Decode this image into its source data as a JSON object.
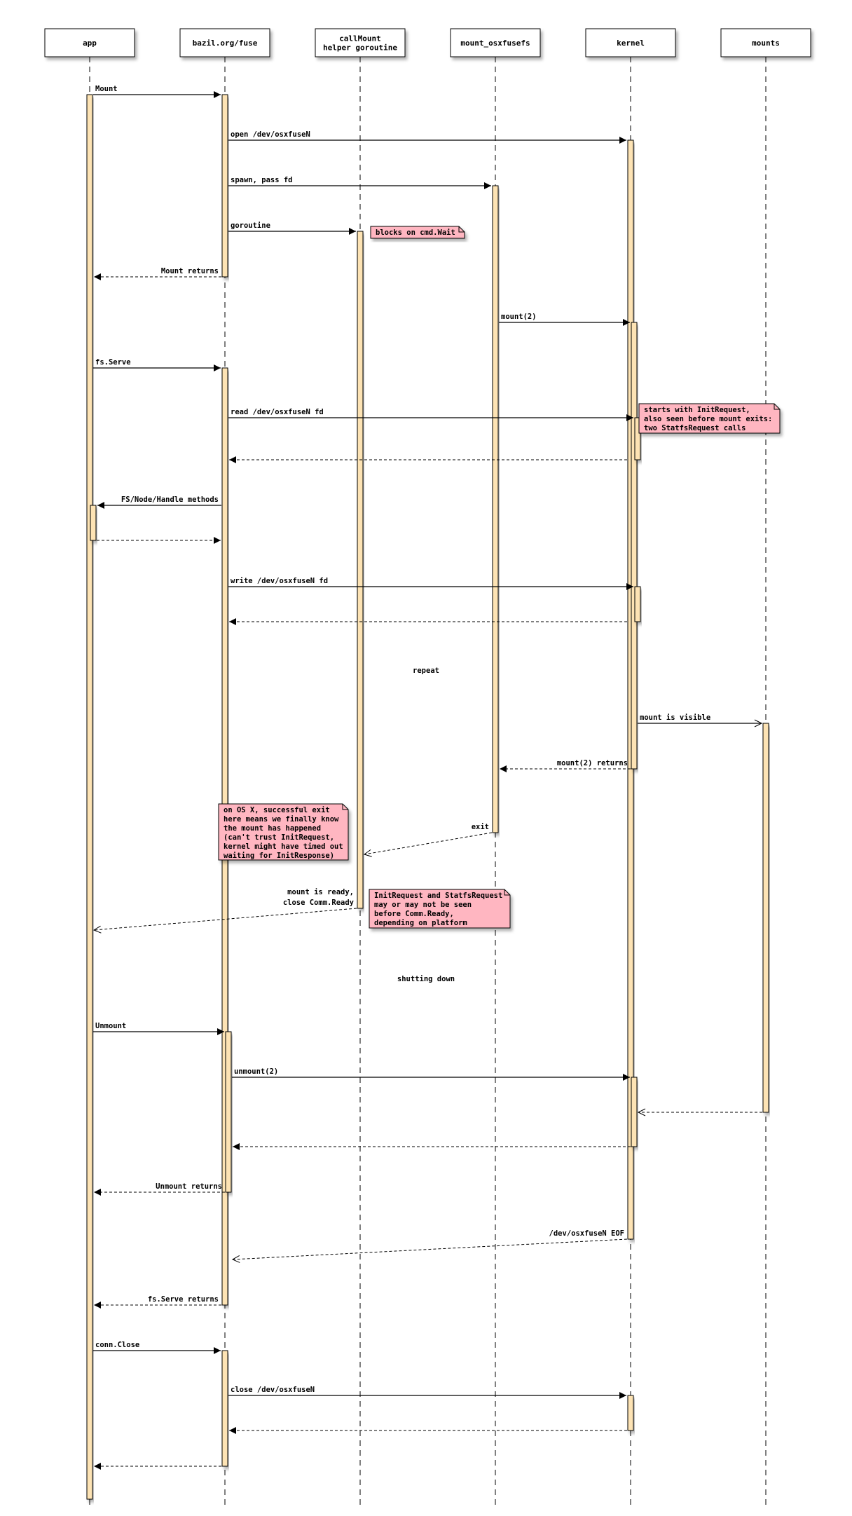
{
  "participants": [
    "app",
    "bazil.org/fuse",
    [
      "callMount",
      "helper goroutine"
    ],
    "mount_osxfusefs",
    "kernel",
    "mounts"
  ],
  "messages": [
    {
      "label": [
        "Mount"
      ],
      "from": 0,
      "to": 1,
      "style": "solid"
    },
    {
      "label": [
        "open /dev/osxfuseN"
      ],
      "from": 1,
      "to": 4,
      "style": "solid"
    },
    {
      "label": [
        "spawn, pass fd"
      ],
      "from": 1,
      "to": 3,
      "style": "solid"
    },
    {
      "label": [
        "goroutine"
      ],
      "from": 1,
      "to": 2,
      "style": "solid"
    },
    {
      "label": [
        "Mount returns"
      ],
      "from": 1,
      "to": 0,
      "style": "return"
    },
    {
      "label": [
        "mount(2)"
      ],
      "from": 3,
      "to": 4,
      "style": "solid"
    },
    {
      "label": [
        "fs.Serve"
      ],
      "from": 0,
      "to": 1,
      "style": "solid"
    },
    {
      "label": [
        "read /dev/osxfuseN fd"
      ],
      "from": 1,
      "to": 4,
      "style": "solid"
    },
    {
      "label": [],
      "from": 4,
      "to": 1,
      "style": "return"
    },
    {
      "label": [
        "FS/Node/Handle methods"
      ],
      "from": 1,
      "to": 0,
      "style": "solid"
    },
    {
      "label": [],
      "from": 0,
      "to": 1,
      "style": "return"
    },
    {
      "label": [
        "write /dev/osxfuseN fd"
      ],
      "from": 1,
      "to": 4,
      "style": "solid"
    },
    {
      "label": [],
      "from": 4,
      "to": 1,
      "style": "return"
    },
    {
      "label": [
        "mount is visible"
      ],
      "from": 4,
      "to": 5,
      "style": "async"
    },
    {
      "label": [
        "mount(2) returns"
      ],
      "from": 4,
      "to": 3,
      "style": "return"
    },
    {
      "label": [
        "exit"
      ],
      "from": 3,
      "to": 2,
      "style": "async-return"
    },
    {
      "label": [
        "mount is ready,",
        "close Comm.Ready"
      ],
      "from": 2,
      "to": 0,
      "style": "async-return"
    },
    {
      "label": [
        "Unmount"
      ],
      "from": 0,
      "to": 1,
      "style": "solid"
    },
    {
      "label": [
        "unmount(2)"
      ],
      "from": 1,
      "to": 4,
      "style": "solid"
    },
    {
      "label": [],
      "from": 5,
      "to": 4,
      "style": "async-return"
    },
    {
      "label": [],
      "from": 4,
      "to": 1,
      "style": "return"
    },
    {
      "label": [
        "Unmount returns"
      ],
      "from": 1,
      "to": 0,
      "style": "return"
    },
    {
      "label": [
        "/dev/osxfuseN EOF"
      ],
      "from": 4,
      "to": 1,
      "style": "async-return"
    },
    {
      "label": [
        "fs.Serve returns"
      ],
      "from": 1,
      "to": 0,
      "style": "return"
    },
    {
      "label": [
        "conn.Close"
      ],
      "from": 0,
      "to": 1,
      "style": "solid"
    },
    {
      "label": [
        "close /dev/osxfuseN"
      ],
      "from": 1,
      "to": 4,
      "style": "solid"
    },
    {
      "label": [],
      "from": 4,
      "to": 1,
      "style": "return"
    },
    {
      "label": [],
      "from": 1,
      "to": 0,
      "style": "return"
    }
  ],
  "notes": [
    {
      "lines": [
        "blocks on cmd.Wait"
      ]
    },
    {
      "lines": [
        "starts with InitRequest,",
        "also seen before mount exits:",
        "two StatfsRequest calls"
      ]
    },
    {
      "lines": [
        "on OS X, successful exit",
        "here means we finally know",
        "the mount has happened",
        "(can't trust InitRequest,",
        "kernel might have timed out",
        "waiting for InitResponse)"
      ]
    },
    {
      "lines": [
        "InitRequest and StatfsRequest",
        "may or may not be seen",
        "before Comm.Ready,",
        "depending on platform"
      ]
    }
  ],
  "dividers": [
    "repeat",
    "shutting down"
  ],
  "colors": {
    "activation": "#fde3b4",
    "note": "#ffb6c1",
    "line": "#000000"
  }
}
